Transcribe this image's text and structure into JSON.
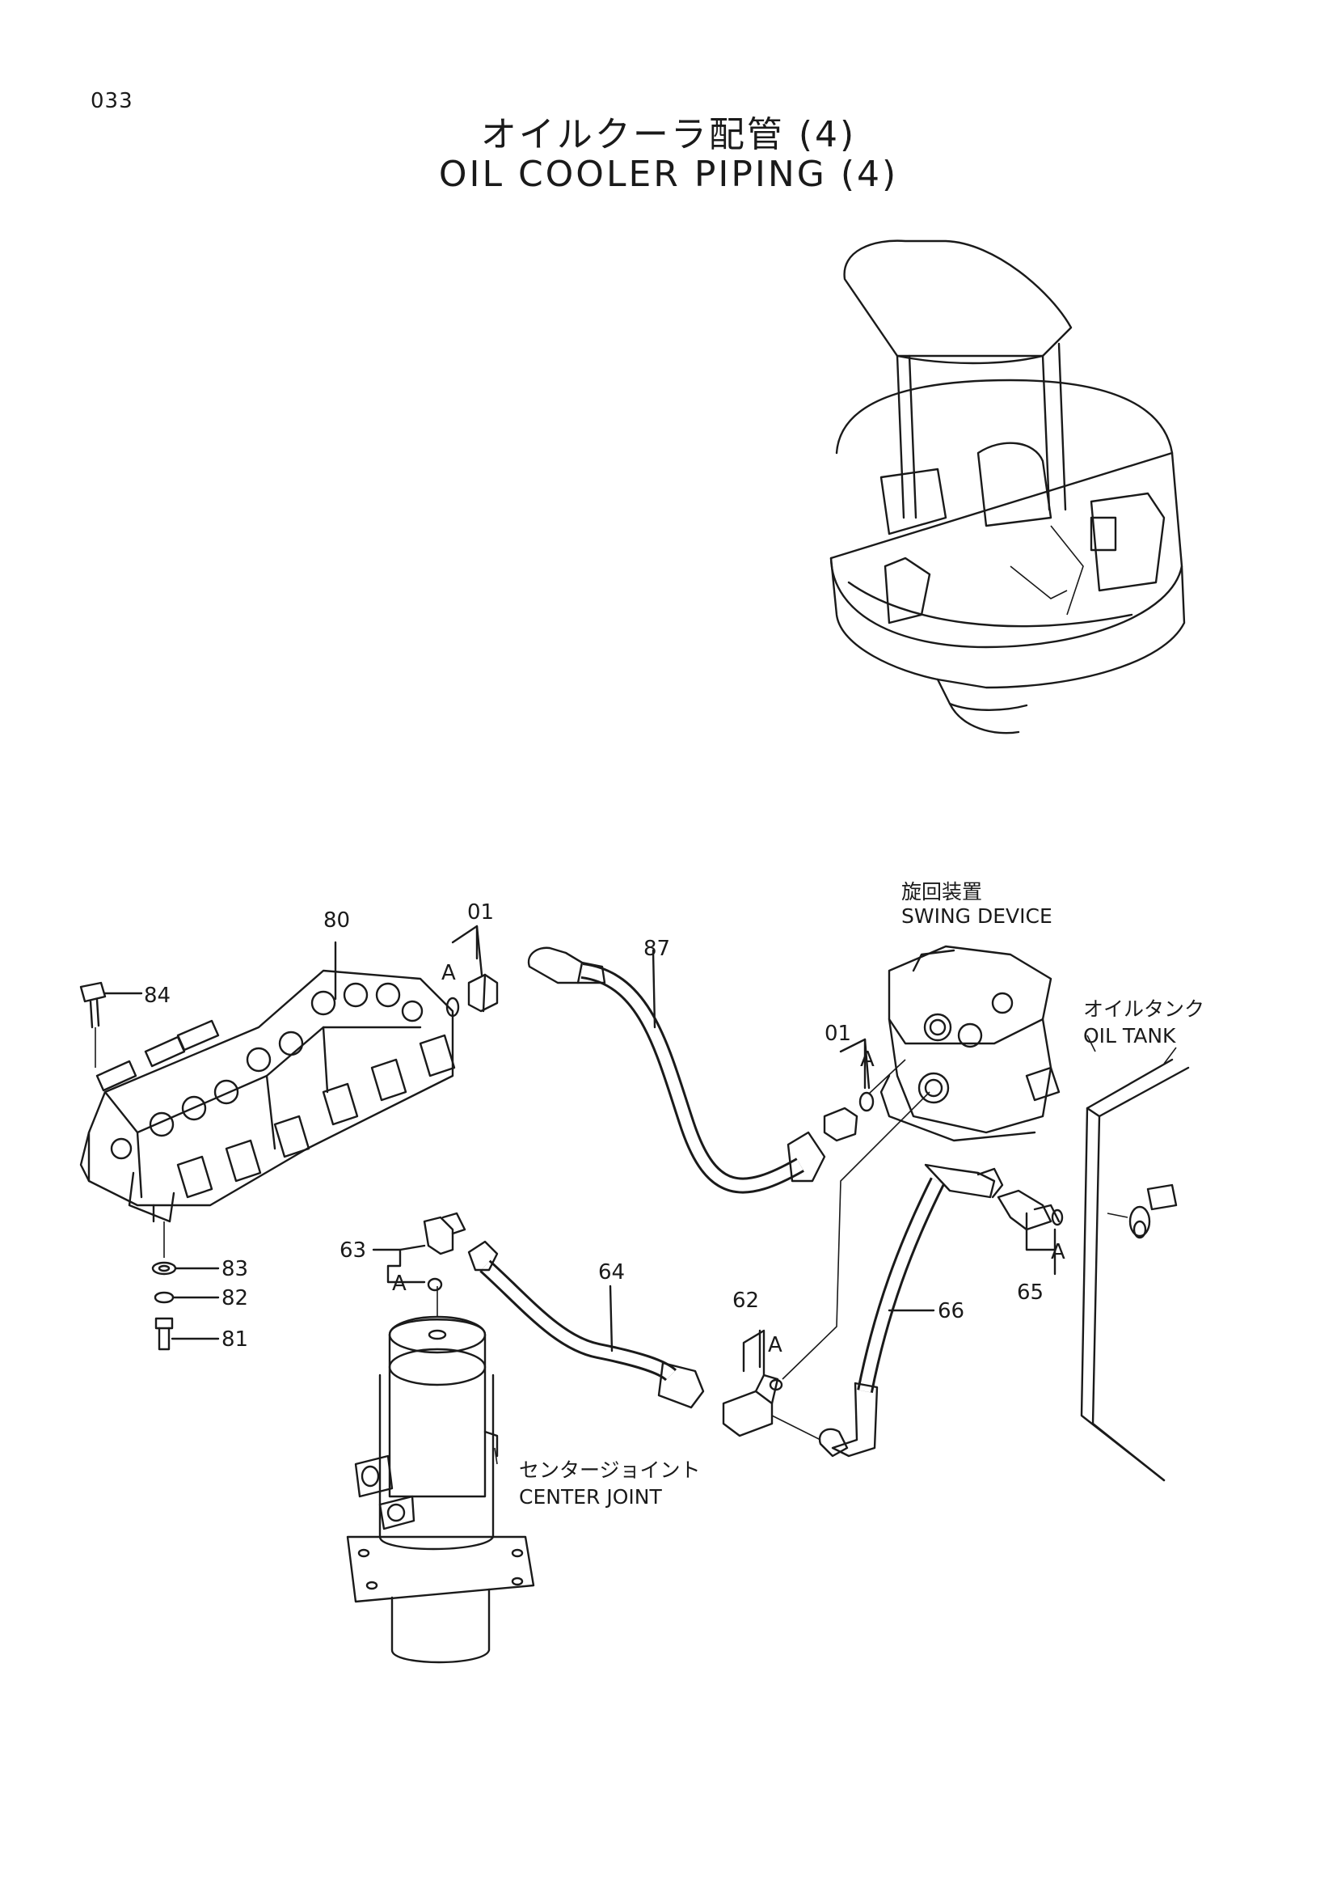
{
  "page_number": "033",
  "title_ja": "オイルクーラ配管 (4)",
  "title_en": "OIL COOLER PIPING (4)",
  "components": {
    "swing_device_ja": "旋回装置",
    "swing_device_en": "SWING DEVICE",
    "oil_tank_ja": "オイルタンク",
    "oil_tank_en": "OIL TANK",
    "center_joint_ja": "センタージョイント",
    "center_joint_en": "CENTER JOINT"
  },
  "callouts": {
    "p80": "80",
    "p84": "84",
    "p83": "83",
    "p82": "82",
    "p81": "81",
    "p01_upper": "01",
    "p01_lower": "01",
    "p87": "87",
    "p63": "63",
    "p64": "64",
    "p62": "62",
    "p66": "66",
    "p65": "65",
    "a_1": "A",
    "a_2": "A",
    "a_3": "A",
    "a_4": "A",
    "a_5": "A"
  }
}
